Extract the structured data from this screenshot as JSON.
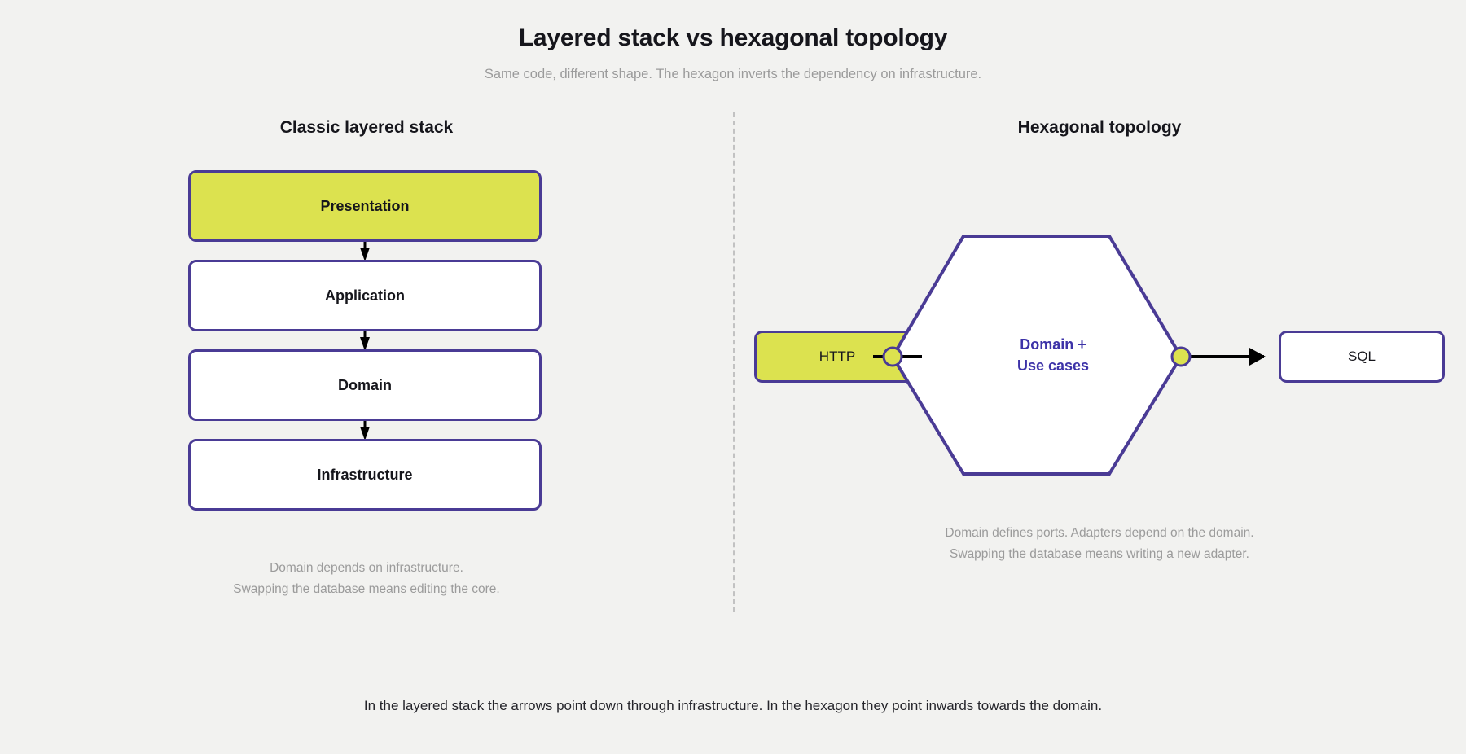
{
  "header": {
    "title": "Layered stack vs hexagonal topology",
    "subtitle": "Same code, different shape. The hexagon inverts the dependency on infrastructure."
  },
  "colors": {
    "background": "#f2f2f0",
    "stroke_purple": "#4a3b95",
    "accent_yellow": "#dce24f",
    "label_purple": "#3d33a8",
    "muted_text": "#9b9b9b",
    "arrow_black": "#000000",
    "divider": "#c2c2c2"
  },
  "left_panel": {
    "title": "Classic layered stack",
    "layers": [
      {
        "label": "Presentation",
        "highlighted": true
      },
      {
        "label": "Application",
        "highlighted": false
      },
      {
        "label": "Domain",
        "highlighted": false
      },
      {
        "label": "Infrastructure",
        "highlighted": false
      }
    ],
    "arrows": [
      "down-arrow",
      "down-arrow",
      "down-arrow"
    ],
    "caption_line_1": "Domain depends on infrastructure.",
    "caption_line_2": "Swapping the database means editing the core."
  },
  "right_panel": {
    "title": "Hexagonal topology",
    "core": {
      "label_line_1": "Domain +",
      "label_line_2": "Use cases"
    },
    "adapters": [
      {
        "label": "HTTP",
        "side": "left",
        "highlighted": true
      },
      {
        "label": "SQL",
        "side": "right",
        "highlighted": false
      }
    ],
    "ports": [
      "left-port",
      "right-port"
    ],
    "caption_line_1": "Domain defines ports. Adapters depend on the domain.",
    "caption_line_2": "Swapping the database means writing a new adapter."
  },
  "footer": {
    "note": "In the layered stack the arrows point down through infrastructure. In the hexagon they point inwards towards the domain."
  }
}
